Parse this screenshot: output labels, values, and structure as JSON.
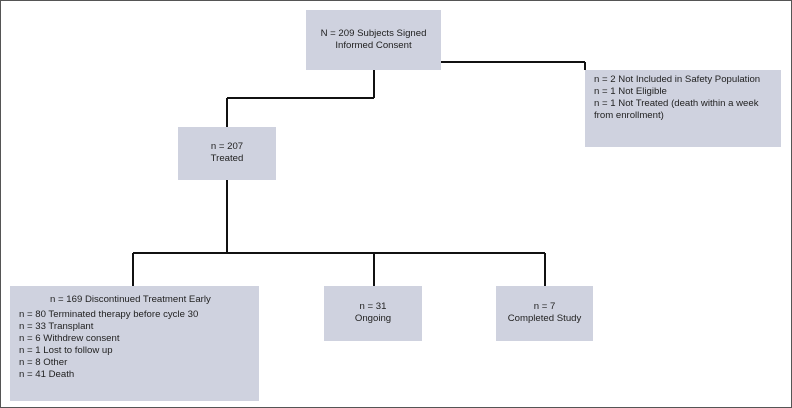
{
  "consent": {
    "lines": [
      "N = 209 Subjects Signed",
      "Informed Consent"
    ]
  },
  "excluded": {
    "lines": [
      "n = 2 Not Included in Safety Population",
      "n = 1 Not Eligible",
      "n = 1 Not Treated (death within a week",
      "from enrollment)"
    ]
  },
  "treated": {
    "lines": [
      "n = 207",
      "Treated"
    ]
  },
  "discontinued": {
    "title": "n = 169 Discontinued Treatment Early",
    "lines": [
      "n = 80 Terminated therapy before cycle 30",
      "n = 33 Transplant",
      "n = 6 Withdrew consent",
      "n = 1 Lost to follow up",
      "n = 8 Other",
      "n = 41 Death"
    ]
  },
  "ongoing": {
    "lines": [
      "n = 31",
      "Ongoing"
    ]
  },
  "completed": {
    "lines": [
      "n = 7",
      "Completed Study"
    ]
  },
  "colors": {
    "box_fill": "#cfd2df",
    "connector": "#111111",
    "frame": "#555555"
  }
}
